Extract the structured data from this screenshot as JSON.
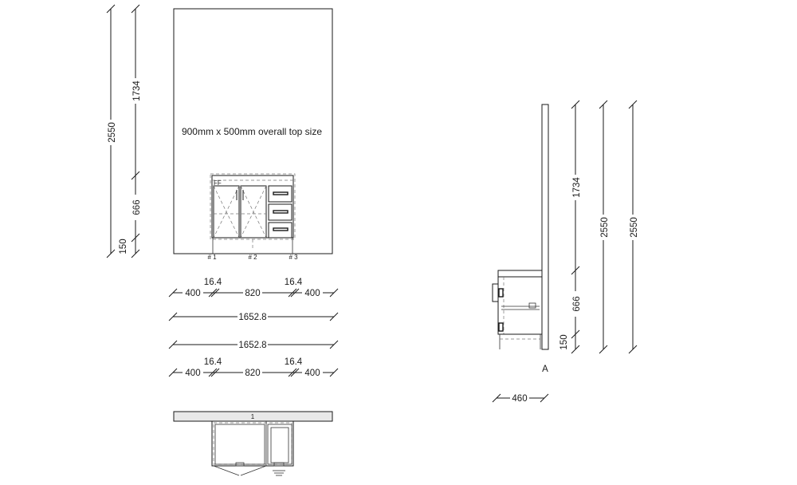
{
  "front_elevation": {
    "note": "900mm x 500mm overall top size",
    "cabinet_tag": "FF",
    "markers": [
      "# 1",
      "# 2",
      "# 3"
    ],
    "vertical_dims": {
      "overall": "2550",
      "upper": "1734",
      "middle": "666",
      "kick": "150"
    }
  },
  "horizontal_dims": {
    "row1": {
      "left": "400",
      "gap_left": "16.4",
      "center": "820",
      "gap_right": "16.4",
      "right": "400"
    },
    "total_1": "1652.8",
    "total_2": "1652.8",
    "row4": {
      "left": "400",
      "gap_left": "16.4",
      "center": "820",
      "gap_right": "16.4",
      "right": "400"
    }
  },
  "plan_view": {
    "label": "1"
  },
  "side_elevation": {
    "label": "A",
    "depth": "460",
    "vertical_dims": {
      "upper": "1734",
      "middle": "666",
      "kick": "150",
      "overall_1": "2550",
      "overall_2": "2550"
    }
  }
}
